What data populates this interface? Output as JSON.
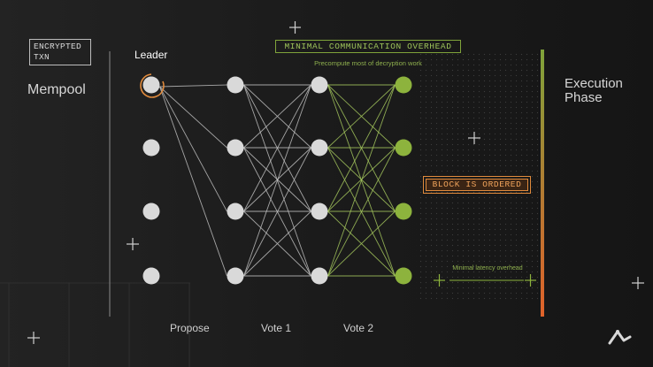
{
  "labels": {
    "encrypted_line1": "ENCRYPTED",
    "encrypted_line2": "TXN",
    "mempool": "Mempool",
    "leader": "Leader",
    "overhead": "MINIMAL COMMUNICATION OVERHEAD",
    "precompute": "Precompute most of decryption work",
    "block_ordered": "BLOCK IS ORDERED",
    "latency": "Minimal latency overhead",
    "execution_line1": "Execution",
    "execution_line2": "Phase"
  },
  "phases": [
    "Propose",
    "Vote 1",
    "Vote 2"
  ],
  "colors": {
    "node_white": "#d9d9d9",
    "node_green": "#8db33d",
    "edge_white": "#bdbdbd",
    "edge_green": "#a2c45c",
    "accent_orange": "#e08a3c",
    "gradient_top": "#7fa33a",
    "gradient_bottom": "#e0622a"
  },
  "icons": [
    "plus-icon",
    "logo-icon"
  ]
}
